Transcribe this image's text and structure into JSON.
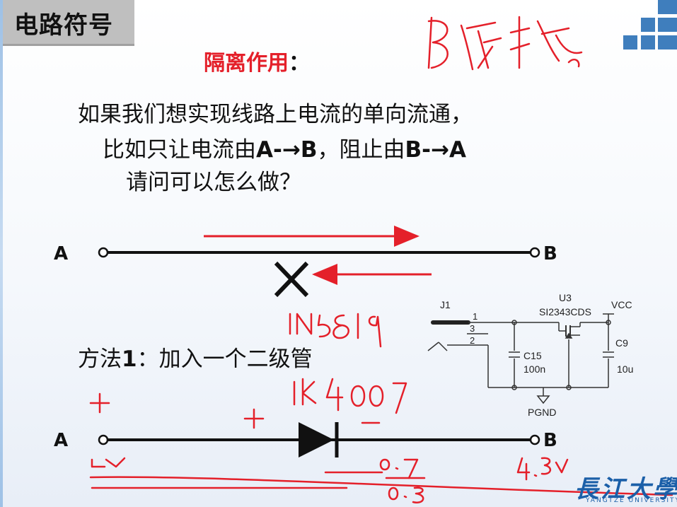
{
  "slide": {
    "title": "电路符号",
    "heading": "隔离作用",
    "heading_colon": "：",
    "question": {
      "line1": "如果我们想实现线路上电流的单向流通，",
      "line2_a": "比如只让电流由",
      "line2_b": "A-",
      "line2_c": "B",
      "line2_d": "，阻止由",
      "line2_e": "B-",
      "line2_f": "A",
      "line3": "请问可以怎么做？",
      "arrow_glyph": "→"
    },
    "method": {
      "prefix": "方法",
      "num": "1",
      "suffix": "：加入一个二级管"
    },
    "top_wire": {
      "left_node": "A",
      "right_node": "B"
    },
    "bottom_wire": {
      "left_node": "A",
      "right_node": "B"
    },
    "schematic": {
      "j1": "J1",
      "pin1": "1",
      "pin2": "2",
      "pin3": "3",
      "u3": "U3",
      "u3_part": "SI2343CDS",
      "vcc": "VCC",
      "c15": "C15",
      "c15_val": "100n",
      "c9": "C9",
      "c9_val": "10u",
      "pgnd": "PGND"
    },
    "logo": {
      "cn": "長江大學",
      "en": "YANGTZE UNIVERSITY"
    },
    "colors": {
      "accent_red": "#e4202a",
      "title_bg": "#bfbfbf",
      "logo_blue": "#1b5fa8"
    }
  }
}
